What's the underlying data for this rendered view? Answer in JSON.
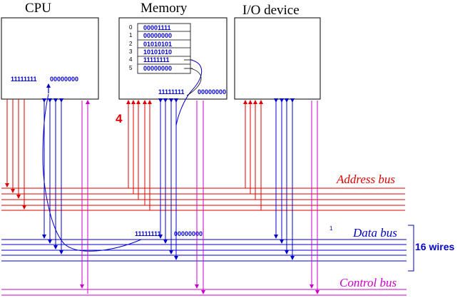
{
  "components": {
    "cpu": {
      "title": "CPU",
      "register_high": "11111111",
      "register_low": "00000000"
    },
    "memory": {
      "title": "Memory",
      "cells": [
        {
          "address": "0",
          "value": "00001111"
        },
        {
          "address": "1",
          "value": "00000000"
        },
        {
          "address": "2",
          "value": "01010101"
        },
        {
          "address": "3",
          "value": "10101010"
        },
        {
          "address": "4",
          "value": "11111111"
        },
        {
          "address": "5",
          "value": "00000000"
        }
      ],
      "output_high": "11111111",
      "output_low": "00000000"
    },
    "io": {
      "title": "I/O device"
    }
  },
  "address_marker": "4",
  "buses": {
    "address": {
      "label": "Address bus",
      "color": "#e00000"
    },
    "data": {
      "label": "Data bus",
      "color": "#0000cc",
      "value_high": "11111111",
      "value_low": "00000000",
      "note": "1"
    },
    "control": {
      "label": "Control bus",
      "color": "#cc00cc"
    }
  },
  "width_label": "16 wires"
}
